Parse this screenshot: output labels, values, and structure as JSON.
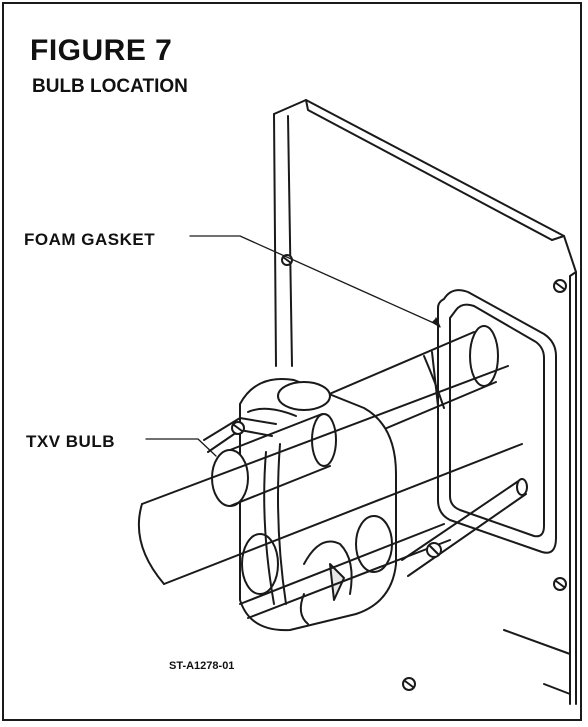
{
  "figure": {
    "title": "FIGURE 7",
    "subtitle": "BULB LOCATION"
  },
  "callouts": {
    "foam_gasket": "FOAM GASKET",
    "txv_bulb": "TXV BULB"
  },
  "drawing_id": "ST-A1278-01",
  "colors": {
    "line": "#1a1a1a",
    "shade": "#e6e6e6",
    "background": "#ffffff"
  }
}
